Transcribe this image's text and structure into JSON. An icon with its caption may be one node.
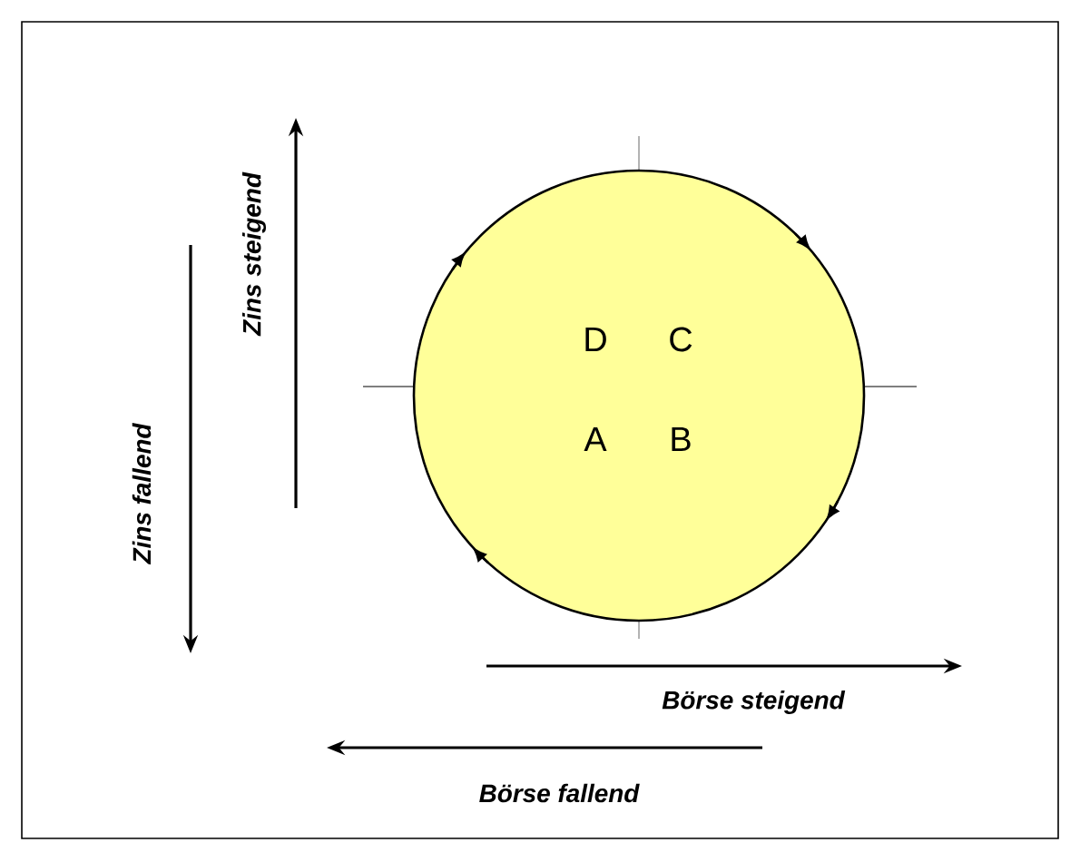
{
  "diagram": {
    "nodes": [
      {
        "text": [
          "D",
          "C",
          "A",
          "B"
        ]
      }
    ],
    "labels": [
      "Zins steigend",
      "Zins fallend",
      "Börse steigend",
      "Börse fallend"
    ]
  }
}
